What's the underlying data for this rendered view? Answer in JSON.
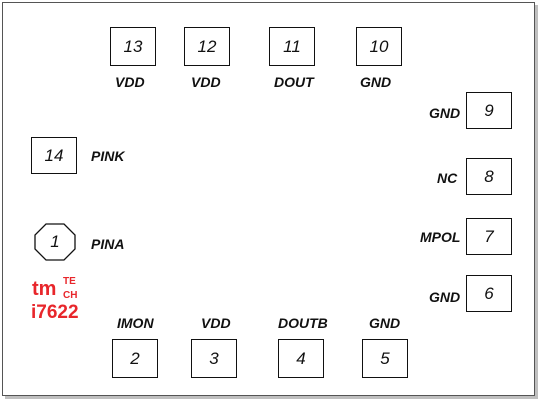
{
  "pins": {
    "p1": {
      "number": "1",
      "label": "PINA"
    },
    "p2": {
      "number": "2",
      "label": "IMON"
    },
    "p3": {
      "number": "3",
      "label": "VDD"
    },
    "p4": {
      "number": "4",
      "label": "DOUTB"
    },
    "p5": {
      "number": "5",
      "label": "GND"
    },
    "p6": {
      "number": "6",
      "label": "GND"
    },
    "p7": {
      "number": "7",
      "label": "MPOL"
    },
    "p8": {
      "number": "8",
      "label": "NC"
    },
    "p9": {
      "number": "9",
      "label": "GND"
    },
    "p10": {
      "number": "10",
      "label": "GND"
    },
    "p11": {
      "number": "11",
      "label": "DOUT"
    },
    "p12": {
      "number": "12",
      "label": "VDD"
    },
    "p13": {
      "number": "13",
      "label": "VDD"
    },
    "p14": {
      "number": "14",
      "label": "PINK"
    }
  },
  "logo": {
    "tm": "tm",
    "te": "TE",
    "ch": "CH",
    "model": "i7622"
  },
  "colors": {
    "logo": "#e8262b",
    "outline": "#111111"
  }
}
